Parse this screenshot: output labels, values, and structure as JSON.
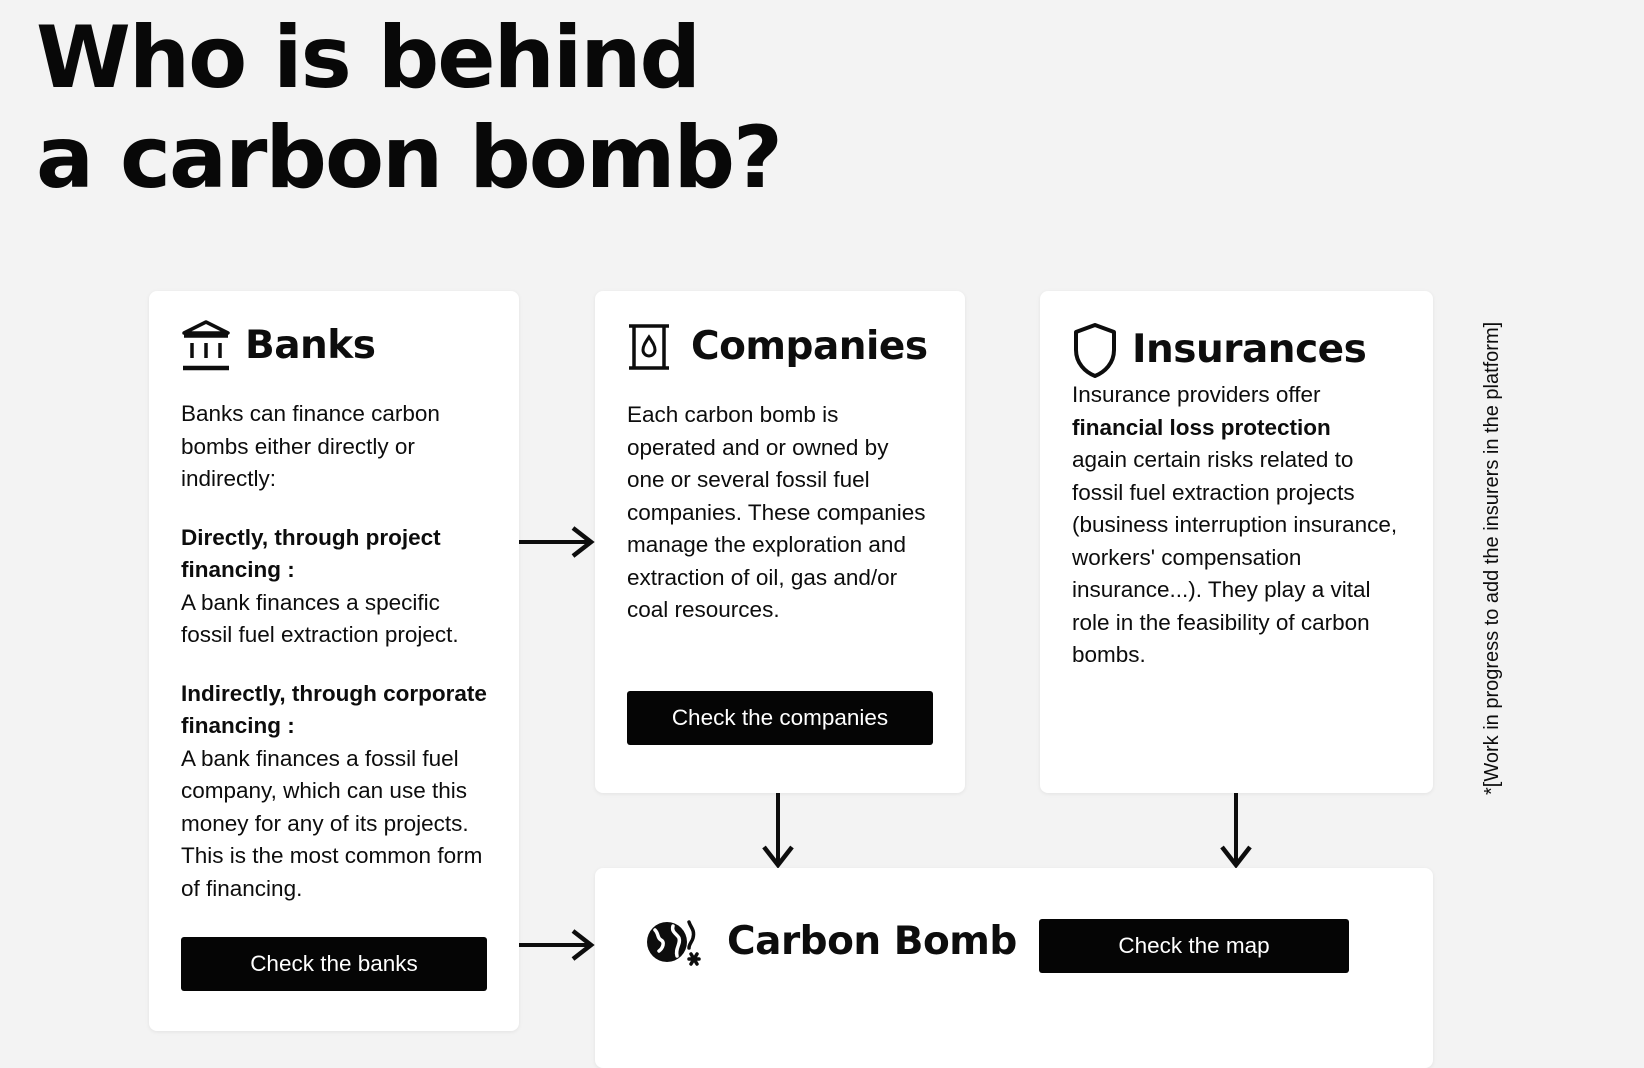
{
  "headline": {
    "line1": "Who is behind",
    "line2": "a carbon bomb?"
  },
  "cards": {
    "banks": {
      "title": "Banks",
      "icon": "bank-icon",
      "intro": "Banks can finance carbon bombs either directly or indirectly:",
      "direct_heading": "Directly, through project financing :",
      "direct_text": "A bank finances a specific fossil fuel extraction project.",
      "indirect_heading": "Indirectly, through corporate financing :",
      "indirect_text": "A bank finances a fossil fuel company, which can use this money for any of its projects. This is the most common form of financing.",
      "button": "Check the banks"
    },
    "companies": {
      "title": "Companies",
      "icon": "oil-barrel-icon",
      "text": "Each carbon bomb is operated and or owned by one or several fossil fuel companies. These companies manage the exploration and extraction of oil, gas and/or coal resources.",
      "button": "Check the companies"
    },
    "insurances": {
      "title": "Insurances",
      "icon": "shield-icon",
      "text_before": "Insurance providers offer",
      "text_bold": "financial loss protection",
      "text_after": "again certain risks related to fossil fuel extraction projects (business interruption insurance, workers' compensation insurance...). They play a vital role in the feasibility of carbon bombs."
    },
    "carbon_bomb": {
      "title": "Carbon Bomb",
      "icon": "burning-globe-icon",
      "button": "Check the map"
    }
  },
  "side_note": "*[Work in progress to add the insurers in the platform]",
  "colors": {
    "background": "#f3f3f3",
    "card": "#ffffff",
    "button": "#050505",
    "button_text": "#ffffff",
    "text": "#0d0d0d"
  }
}
